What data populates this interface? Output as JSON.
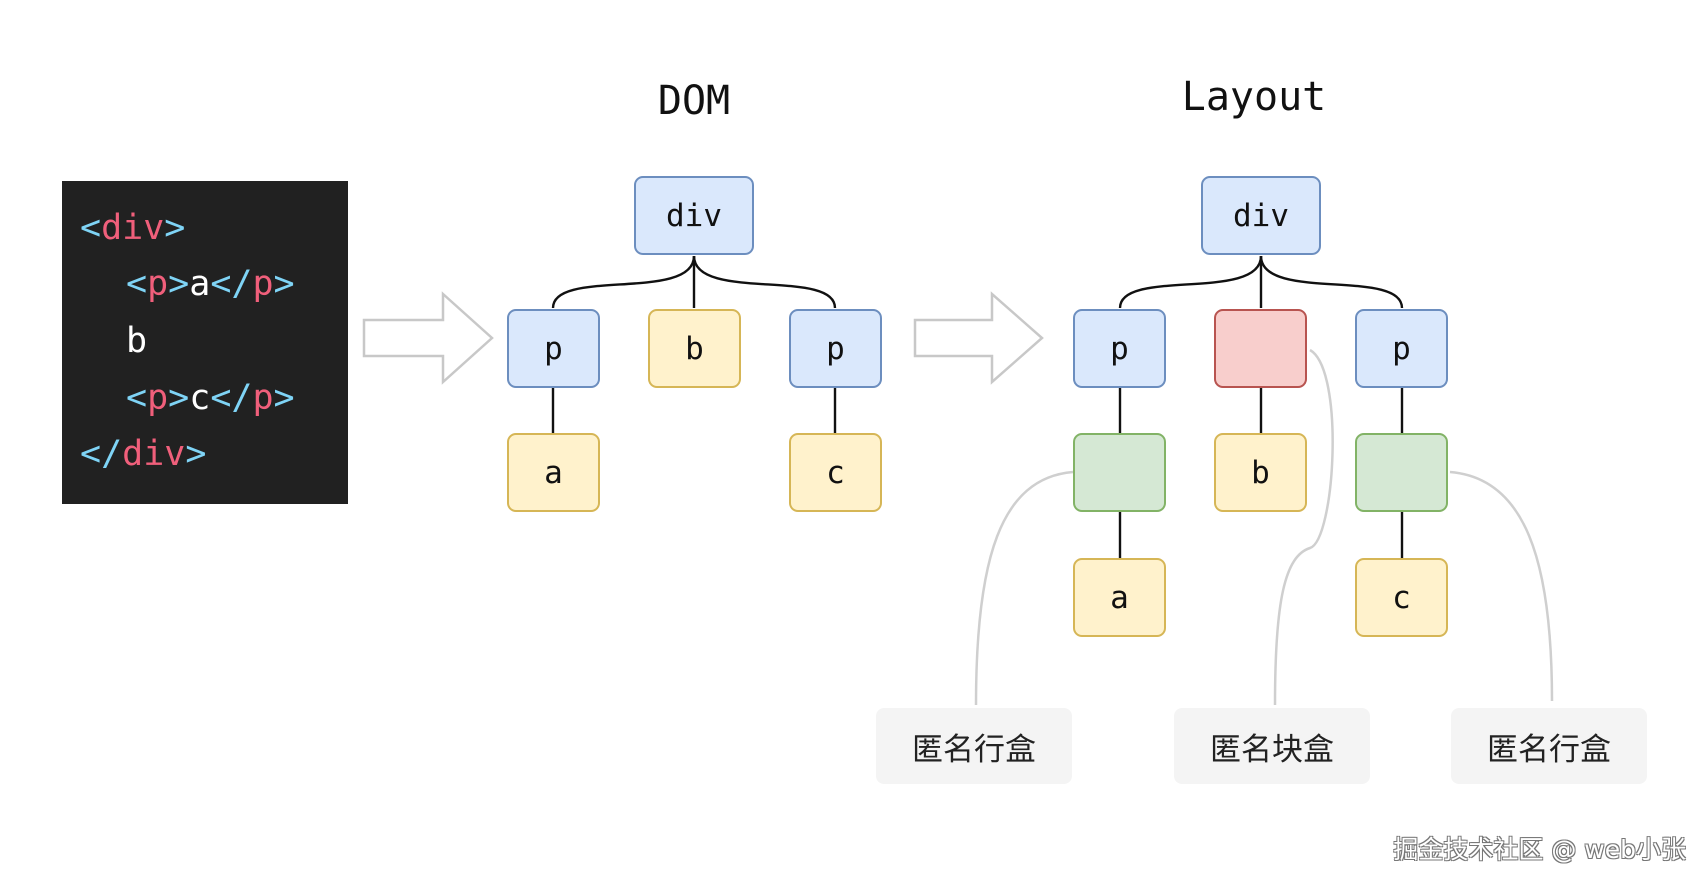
{
  "titles": {
    "dom": "DOM",
    "layout": "Layout"
  },
  "code": {
    "line1": {
      "open": "<",
      "tag": "div",
      "close": ">"
    },
    "line2": {
      "open1": "<",
      "tag1": "p",
      "close1": ">",
      "text": "a",
      "open2": "</",
      "tag2": "p",
      "close2": ">"
    },
    "line3": {
      "text": "b"
    },
    "line4": {
      "open1": "<",
      "tag1": "p",
      "close1": ">",
      "text": "c",
      "open2": "</",
      "tag2": "p",
      "close2": ">"
    },
    "line5": {
      "open": "</",
      "tag": "div",
      "close": ">"
    }
  },
  "dom_tree": {
    "root": "div",
    "children": [
      "p",
      "b",
      "p"
    ],
    "leaves": [
      "a",
      "c"
    ]
  },
  "layout_tree": {
    "root": "div",
    "children": [
      "p",
      "",
      "p"
    ],
    "middle": [
      "",
      "b",
      ""
    ],
    "leaves": [
      "a",
      "c"
    ]
  },
  "labels": {
    "anon_inline_1": "匿名行盒",
    "anon_block": "匿名块盒",
    "anon_inline_2": "匿名行盒"
  },
  "colors": {
    "element_fill": "#dae8fc",
    "element_border": "#6c8ebf",
    "text_fill": "#fff2cc",
    "text_border": "#d6b656",
    "anon_block_fill": "#f8cecc",
    "anon_block_border": "#b85450",
    "anon_inline_fill": "#d5e8d4",
    "anon_inline_border": "#82b366",
    "code_bg": "#212121"
  },
  "watermark": "掘金技术社区 @ web小张"
}
